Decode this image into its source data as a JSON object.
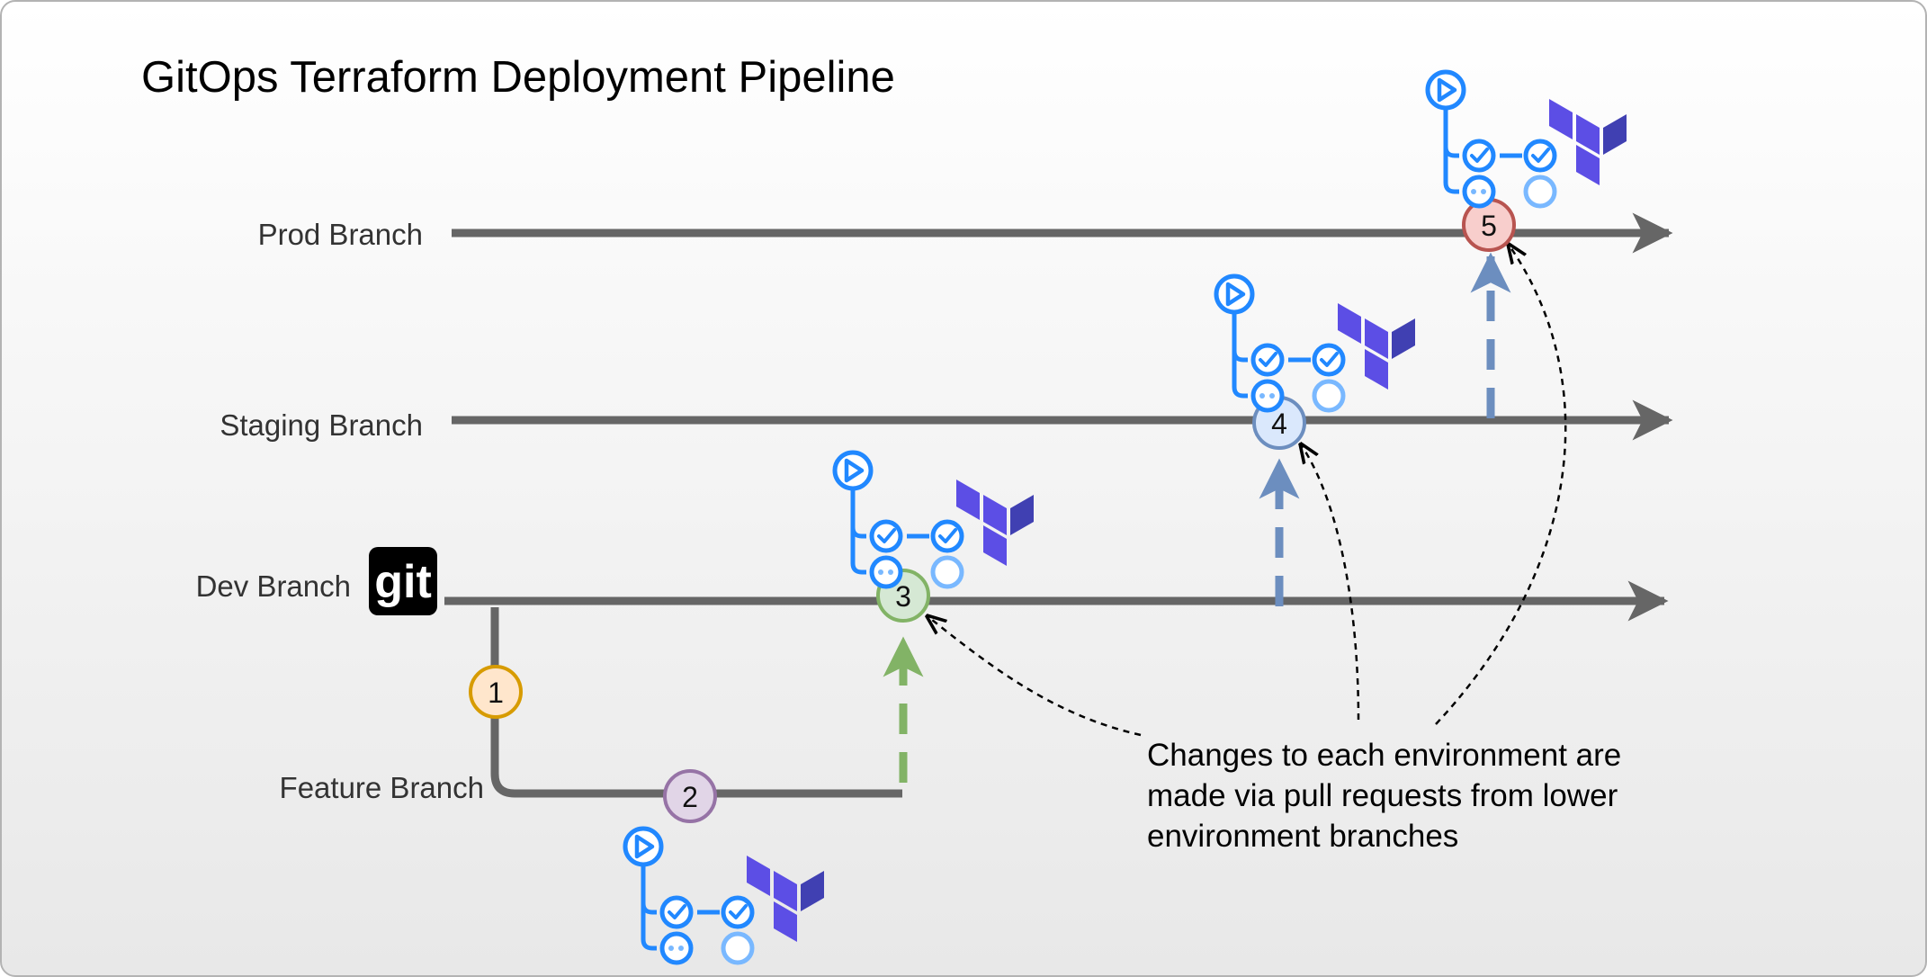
{
  "title": "GitOps Terraform Deployment Pipeline",
  "branches": {
    "prod": "Prod Branch",
    "staging": "Staging Branch",
    "dev": "Dev Branch",
    "feature": "Feature Branch"
  },
  "git_logo_text": "git",
  "steps": [
    "1",
    "2",
    "3",
    "4",
    "5"
  ],
  "step_colors": [
    {
      "fill": "#ffe6cc",
      "stroke": "#d79b00"
    },
    {
      "fill": "#e1d5e7",
      "stroke": "#9673a6"
    },
    {
      "fill": "#d5e8d4",
      "stroke": "#82b366"
    },
    {
      "fill": "#dae8fc",
      "stroke": "#6c8ebf"
    },
    {
      "fill": "#f8cecc",
      "stroke": "#b85450"
    }
  ],
  "annotation": [
    "Changes to each environment are",
    "made via pull requests from lower",
    "environment branches"
  ],
  "icons": {
    "workflow": "github-actions-workflow-icon",
    "terraform": "terraform-logo-icon"
  },
  "colors": {
    "branch_line": "#666666",
    "pr_green": "#82b366",
    "pr_blue": "#6c8ebf",
    "actions_blue": "#2188ff",
    "terraform_purple": "#5c4ee5"
  }
}
